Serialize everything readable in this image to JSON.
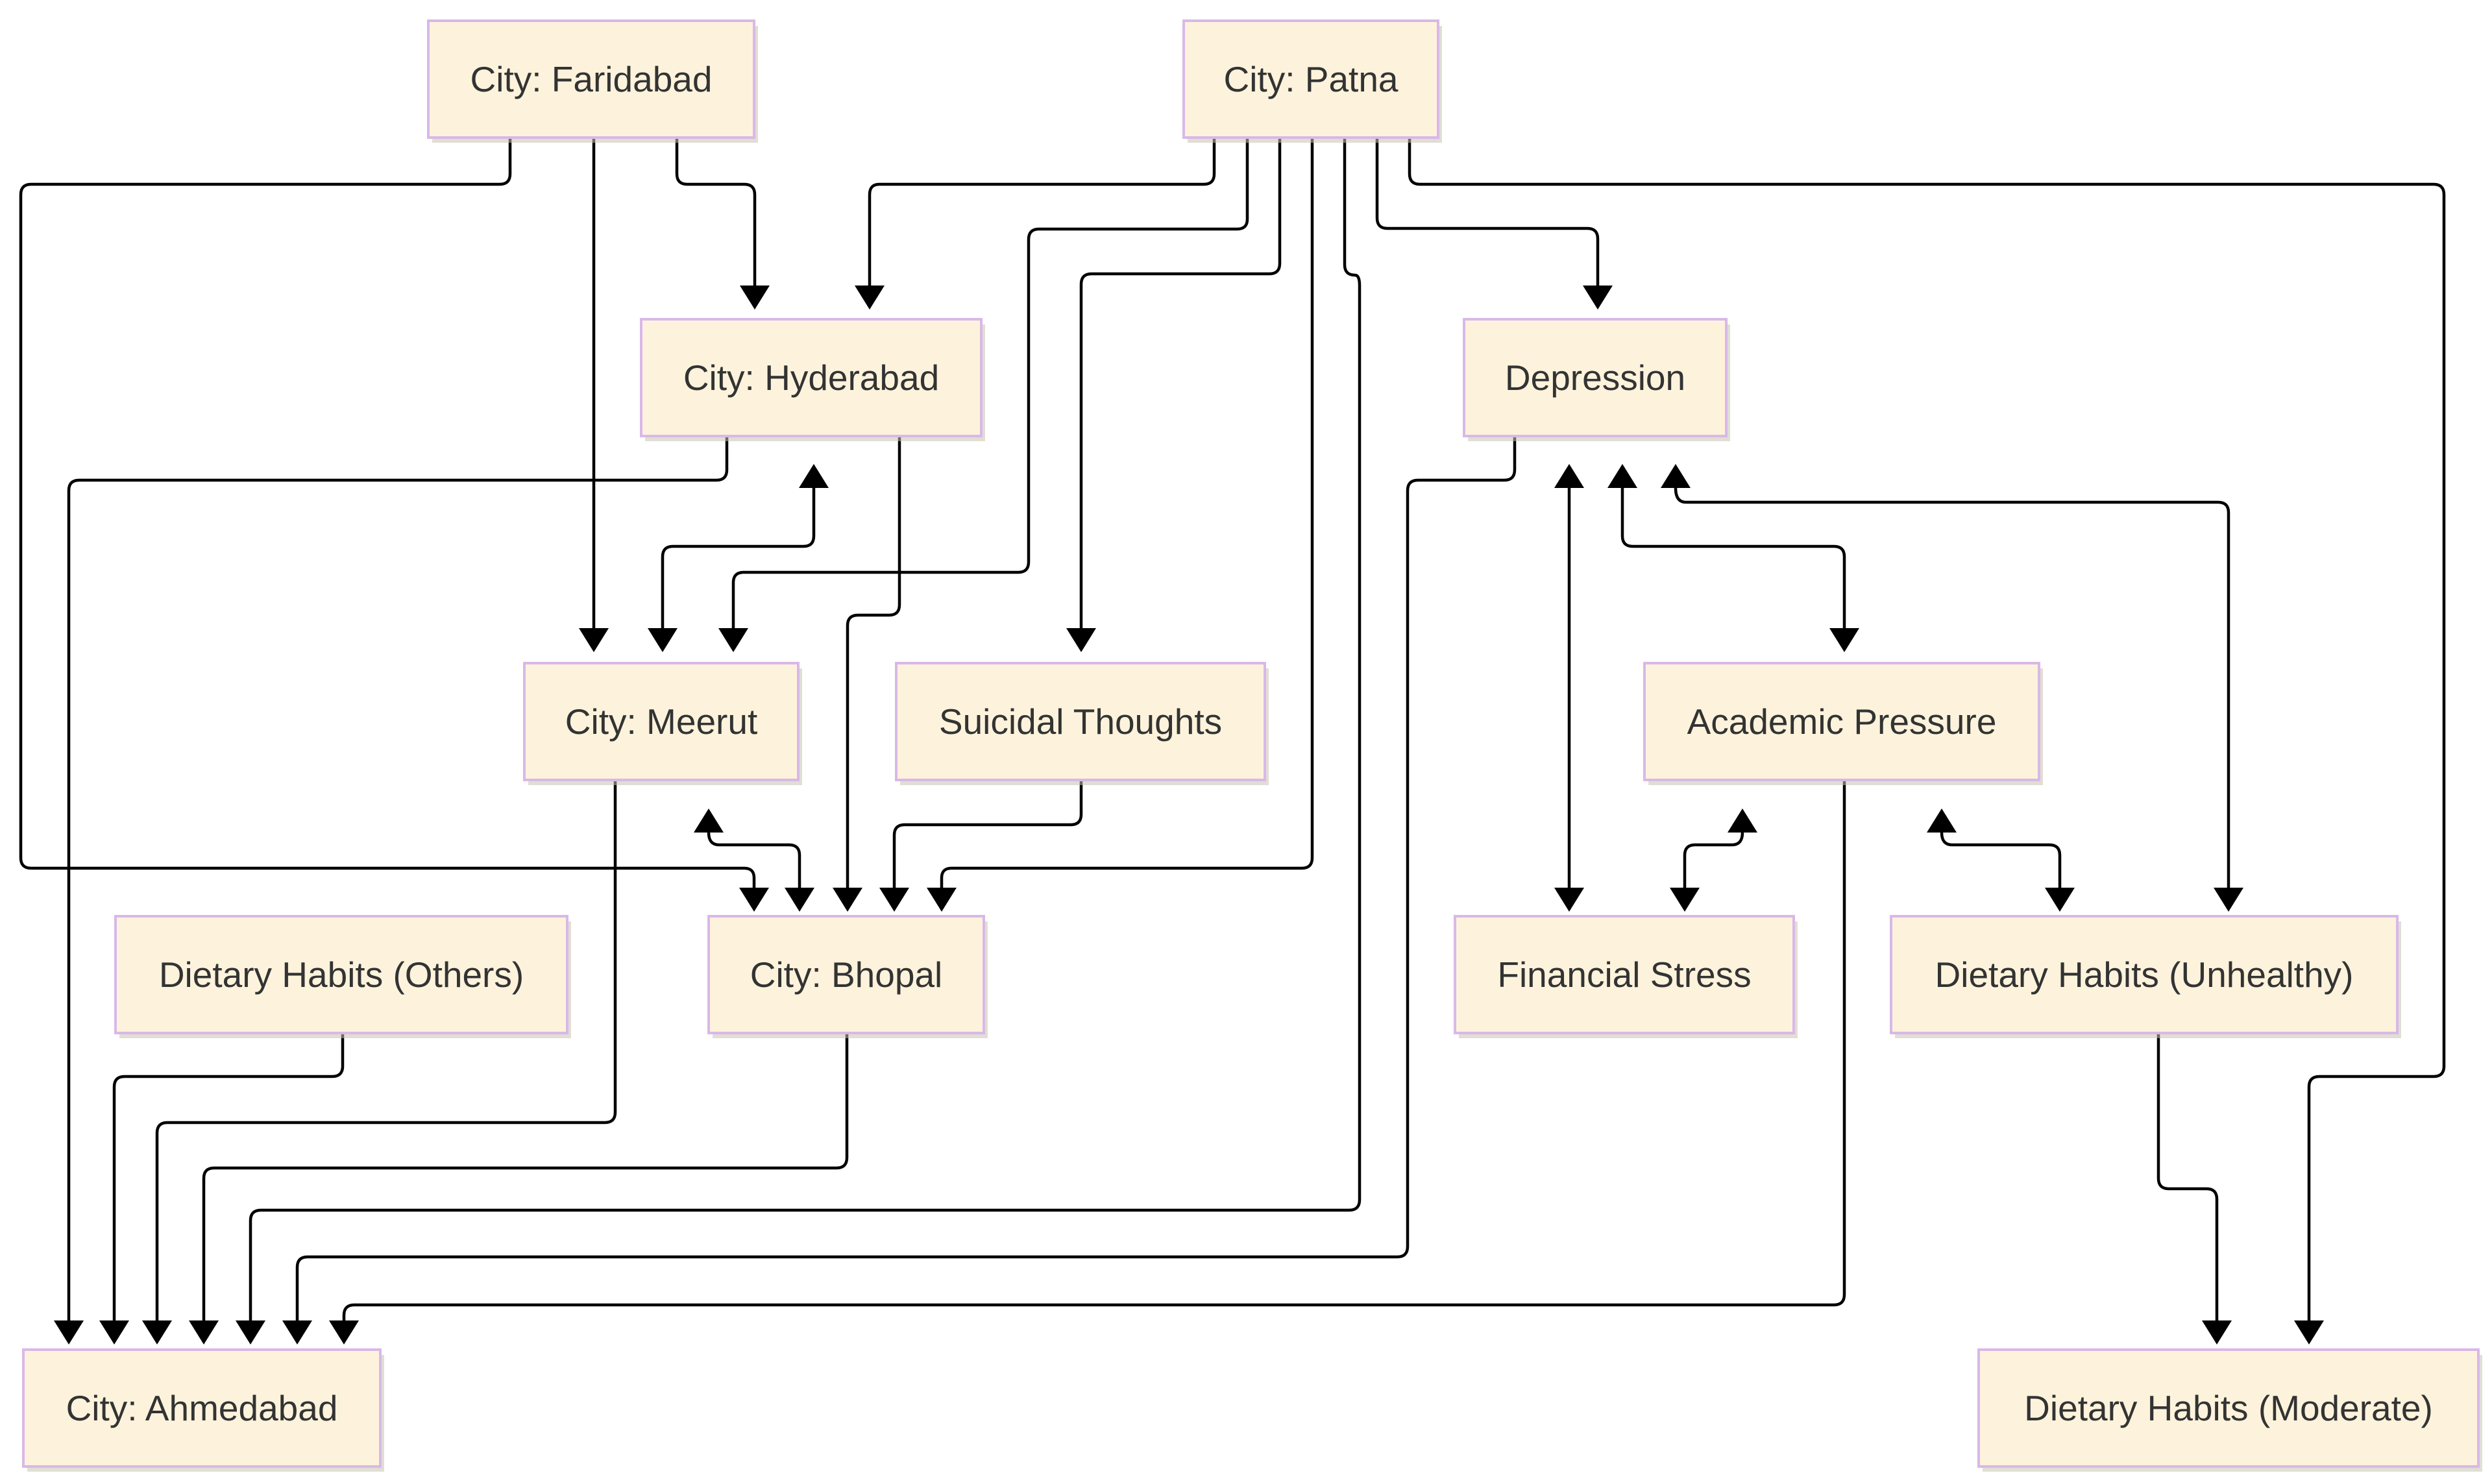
{
  "diagram": {
    "nodes": [
      {
        "id": "faridabad",
        "label": "City: Faridabad"
      },
      {
        "id": "patna",
        "label": "City: Patna"
      },
      {
        "id": "hyderabad",
        "label": "City: Hyderabad"
      },
      {
        "id": "depression",
        "label": "Depression"
      },
      {
        "id": "meerut",
        "label": "City: Meerut"
      },
      {
        "id": "suicidal",
        "label": "Suicidal Thoughts"
      },
      {
        "id": "academic",
        "label": "Academic Pressure"
      },
      {
        "id": "diet_others",
        "label": "Dietary Habits (Others)"
      },
      {
        "id": "bhopal",
        "label": "City: Bhopal"
      },
      {
        "id": "financial",
        "label": "Financial Stress"
      },
      {
        "id": "diet_unhealthy",
        "label": "Dietary Habits (Unhealthy)"
      },
      {
        "id": "ahmedabad",
        "label": "City: Ahmedabad"
      },
      {
        "id": "diet_moderate",
        "label": "Dietary Habits (Moderate)"
      }
    ],
    "edges": [
      {
        "from": "faridabad",
        "to": "bhopal"
      },
      {
        "from": "faridabad",
        "to": "meerut"
      },
      {
        "from": "faridabad",
        "to": "hyderabad"
      },
      {
        "from": "patna",
        "to": "hyderabad"
      },
      {
        "from": "patna",
        "to": "meerut"
      },
      {
        "from": "patna",
        "to": "suicidal"
      },
      {
        "from": "patna",
        "to": "bhopal"
      },
      {
        "from": "patna",
        "to": "ahmedabad"
      },
      {
        "from": "patna",
        "to": "depression"
      },
      {
        "from": "patna",
        "to": "diet_moderate"
      },
      {
        "from": "hyderabad",
        "to": "ahmedabad"
      },
      {
        "from": "hyderabad",
        "to": "bhopal"
      },
      {
        "from": "hyderabad",
        "to": "meerut",
        "bidirectional": true
      },
      {
        "from": "depression",
        "to": "ahmedabad"
      },
      {
        "from": "depression",
        "to": "financial",
        "bidirectional": true
      },
      {
        "from": "depression",
        "to": "academic",
        "bidirectional": true
      },
      {
        "from": "depression",
        "to": "diet_unhealthy",
        "bidirectional": true
      },
      {
        "from": "meerut",
        "to": "ahmedabad"
      },
      {
        "from": "meerut",
        "to": "bhopal",
        "bidirectional": true
      },
      {
        "from": "suicidal",
        "to": "bhopal"
      },
      {
        "from": "academic",
        "to": "ahmedabad"
      },
      {
        "from": "academic",
        "to": "financial",
        "bidirectional": true
      },
      {
        "from": "academic",
        "to": "diet_unhealthy",
        "bidirectional": true
      },
      {
        "from": "diet_others",
        "to": "ahmedabad"
      },
      {
        "from": "bhopal",
        "to": "ahmedabad"
      },
      {
        "from": "diet_unhealthy",
        "to": "diet_moderate"
      }
    ]
  },
  "colors": {
    "node_fill": "#fdf3dc",
    "node_border": "#d9b8e8",
    "edge": "#000000",
    "text": "#333333",
    "background": "#ffffff"
  }
}
